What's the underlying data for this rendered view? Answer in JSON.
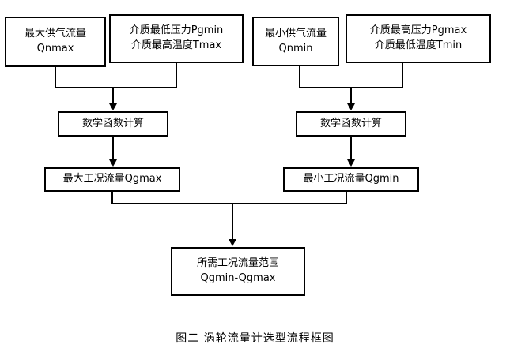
{
  "figure": {
    "caption": "图二  涡轮流量计选型流程框图",
    "colors": {
      "background": "#ffffff",
      "stroke": "#000000",
      "text": "#000000"
    }
  },
  "nodes": {
    "qnmax": {
      "line1": "最大供气流量",
      "line2": "Qnmax"
    },
    "pgmin_tmax": {
      "line1": "介质最低压力Pgmin",
      "line2": "介质最高温度Tmax"
    },
    "qnmin": {
      "line1": "最小供气流量",
      "line2": "Qnmin"
    },
    "pgmax_tmin": {
      "line1": "介质最高压力Pgmax",
      "line2": "介质最低温度Tmin"
    },
    "calc_left": {
      "line1": "数学函数计算"
    },
    "calc_right": {
      "line1": "数学函数计算"
    },
    "qgmax": {
      "line1": "最大工况流量Qgmax"
    },
    "qgmin": {
      "line1": "最小工况流量Qgmin"
    },
    "range": {
      "line1": "所需工况流量范围",
      "line2": "Qgmin-Qgmax"
    }
  }
}
